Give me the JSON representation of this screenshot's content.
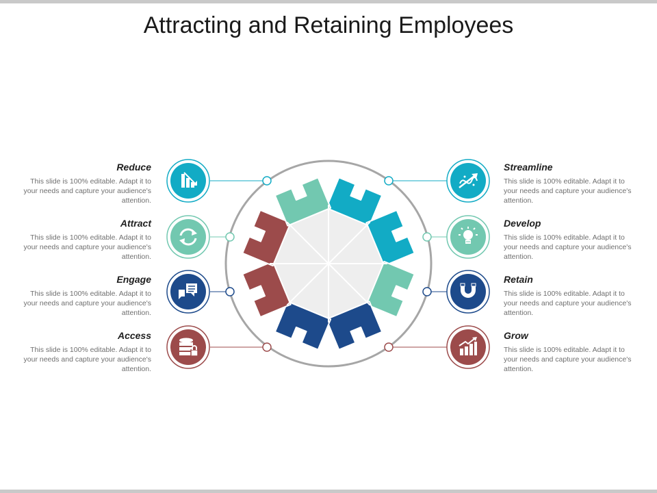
{
  "title": "Attracting and Retaining Employees",
  "colors": {
    "cyan": "#12abc5",
    "mint": "#72c8b0",
    "navy": "#1d4a8b",
    "maroon": "#9c4b4b",
    "ring": "#a6a6a6",
    "center": "#eeeeee"
  },
  "items": [
    {
      "title": "Reduce",
      "desc": "This slide is 100% editable. Adapt it to your needs and capture your audience's attention.",
      "icon": "bar-chart-down-icon",
      "color": "#12abc5"
    },
    {
      "title": "Attract",
      "desc": "This slide is 100% editable. Adapt it to your needs and capture your audience's attention.",
      "icon": "refresh-icon",
      "color": "#72c8b0"
    },
    {
      "title": "Engage",
      "desc": "This slide is 100% editable. Adapt it to your needs and capture your audience's attention.",
      "icon": "chat-bubbles-icon",
      "color": "#1d4a8b"
    },
    {
      "title": "Access",
      "desc": "This slide is 100% editable. Adapt it to your needs and capture your audience's attention.",
      "icon": "database-lock-icon",
      "color": "#9c4b4b"
    },
    {
      "title": "Streamline",
      "desc": "This slide is 100% editable. Adapt it to your needs and capture your audience's attention.",
      "icon": "streamline-arrows-icon",
      "color": "#12abc5"
    },
    {
      "title": "Develop",
      "desc": "This slide is 100% editable. Adapt it to your needs and capture your audience's attention.",
      "icon": "lightbulb-icon",
      "color": "#72c8b0"
    },
    {
      "title": "Retain",
      "desc": "This slide is 100% editable. Adapt it to your needs and capture your audience's attention.",
      "icon": "magnet-icon",
      "color": "#1d4a8b"
    },
    {
      "title": "Grow",
      "desc": "This slide is 100% editable. Adapt it to your needs and capture your audience's attention.",
      "icon": "growth-chart-icon",
      "color": "#9c4b4b"
    }
  ]
}
